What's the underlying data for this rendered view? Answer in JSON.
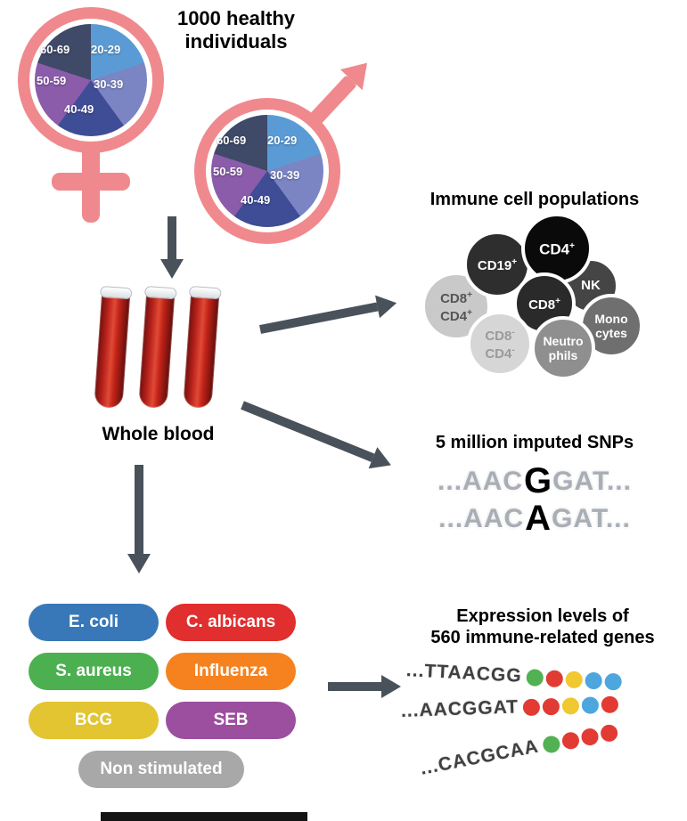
{
  "header": {
    "line1": "1000 healthy",
    "line2": "individuals"
  },
  "pie": {
    "labels": [
      "20-29",
      "30-39",
      "40-49",
      "50-59",
      "60-69"
    ],
    "colors": [
      "#5b9bd5",
      "#7b85c4",
      "#3f4d96",
      "#8a5ca9",
      "#3f4968"
    ]
  },
  "colors": {
    "gender_symbol": "#f0898d",
    "arrow": "#49515a",
    "blood": "#c22318",
    "bottom_bar": "#141414"
  },
  "whole_blood": {
    "label": "Whole blood"
  },
  "immune_cells": {
    "title": "Immune cell populations",
    "cells": [
      {
        "line1": "CD8",
        "sup1": "+",
        "line2": "CD4",
        "sup2": "+",
        "color": "#c9c9c9",
        "text": "#555555"
      },
      {
        "line1": "CD19",
        "sup1": "+",
        "color": "#2e2e2e",
        "text": "#ffffff"
      },
      {
        "line1": "NK",
        "color": "#454545",
        "text": "#ffffff"
      },
      {
        "line1": "CD4",
        "sup1": "+",
        "color": "#0a0a0a",
        "text": "#ffffff"
      },
      {
        "line1": "CD8",
        "sup1": "+",
        "color": "#2a2a2a",
        "text": "#ffffff"
      },
      {
        "line1": "Mono",
        "line2": "cytes",
        "color": "#6f6f6f",
        "text": "#ffffff"
      },
      {
        "line1": "CD8",
        "sup1": "-",
        "line2": "CD4",
        "sup2": "-",
        "color": "#d6d6d6",
        "text": "#9a9a9a"
      },
      {
        "line1": "Neutro",
        "line2": "phils",
        "color": "#8f8f8f",
        "text": "#ffffff"
      }
    ]
  },
  "snps": {
    "title": "5 million imputed SNPs",
    "lines": [
      {
        "pre": "...AAC",
        "variant": "G",
        "post": "GAT..."
      },
      {
        "pre": "...AAC",
        "variant": "A",
        "post": "GAT..."
      }
    ]
  },
  "stimuli": {
    "items": [
      {
        "label": "E. coli",
        "color": "#3878b8"
      },
      {
        "label": "C. albicans",
        "color": "#e12e2e"
      },
      {
        "label": "S. aureus",
        "color": "#4cb050"
      },
      {
        "label": "Influenza",
        "color": "#f6821f"
      },
      {
        "label": "BCG",
        "color": "#e3c431"
      },
      {
        "label": "SEB",
        "color": "#9b4f9e"
      },
      {
        "label": "Non stimulated",
        "color": "#a8a8a8"
      }
    ]
  },
  "expression": {
    "line1": "Expression levels of",
    "line2": "560 immune-related genes",
    "sequences": [
      {
        "text": "...TTAACGG",
        "beads": [
          "#52b153",
          "#e23b33",
          "#f0c830",
          "#4da6dd",
          "#4da6dd"
        ]
      },
      {
        "text": "...AACGGAT",
        "beads": [
          "#e23b33",
          "#e23b33",
          "#f0c830",
          "#4da6dd",
          "#e23b33"
        ]
      },
      {
        "text": "...CACGCAA",
        "beads": [
          "#52b153",
          "#e23b33",
          "#e23b33",
          "#e23b33"
        ]
      }
    ]
  }
}
